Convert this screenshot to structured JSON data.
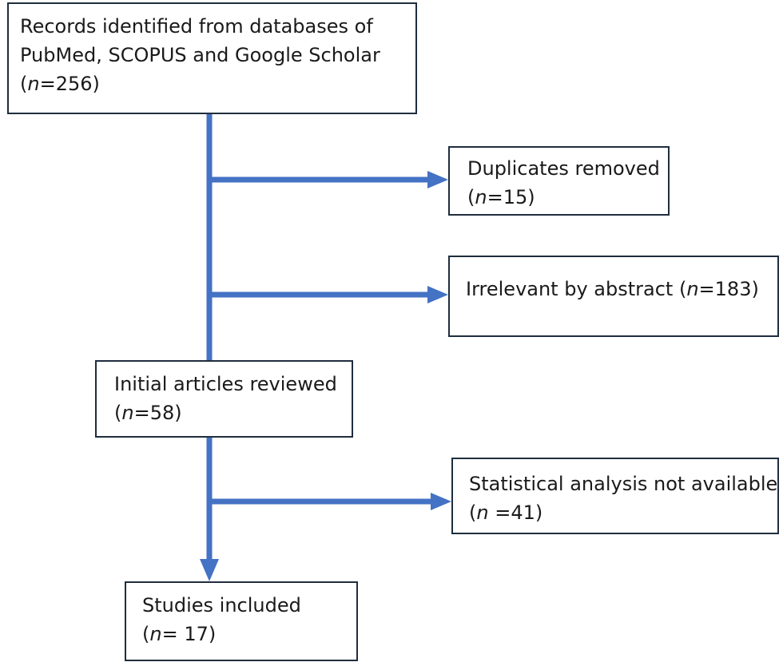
{
  "colors": {
    "arrow": "#4472c4",
    "box_border": "#1f2d3d",
    "text": "#1a1a1a"
  },
  "boxes": {
    "records": {
      "line1": "Records identified from databases of",
      "line2": "PubMed, SCOPUS and Google Scholar",
      "n_open": "(",
      "n_var": "n",
      "n_rest": "=256)"
    },
    "duplicates": {
      "line1": "Duplicates removed",
      "n_open": "(",
      "n_var": "n",
      "n_rest": "=15)"
    },
    "irrelevant": {
      "line1_pre": "Irrelevant by abstract (",
      "n_var": "n",
      "n_rest": "=183)"
    },
    "initial": {
      "line1": "Initial articles reviewed",
      "n_open": "(",
      "n_var": "n",
      "n_rest": "=58)"
    },
    "statistical": {
      "line1": "Statistical analysis not available",
      "n_open": "(",
      "n_var": "n",
      "n_rest": " =41)"
    },
    "included": {
      "line1": "Studies included",
      "n_open": "(",
      "n_var": "n",
      "n_rest": "= 17)"
    }
  }
}
